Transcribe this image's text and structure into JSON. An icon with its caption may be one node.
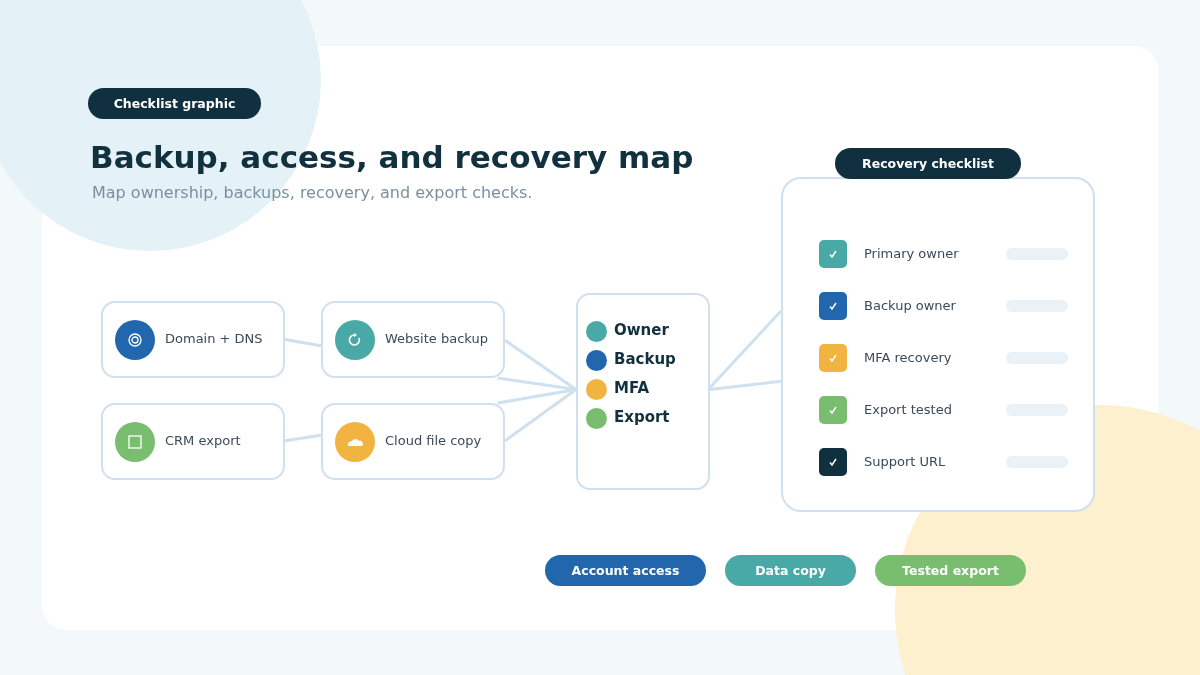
{
  "diagram": {
    "title": "Backup, access, and recovery map",
    "nodes": [
      {
        "text": [
          "Domain + DNS"
        ]
      },
      {
        "text": [
          "Website backup"
        ]
      },
      {
        "text": [
          "CRM export"
        ]
      },
      {
        "text": [
          "Cloud file copy"
        ]
      },
      {
        "text": [
          "Owner",
          "Backup",
          "MFA",
          "Export"
        ]
      },
      {
        "text": [
          "Recovery checklist",
          "Primary owner",
          "Backup owner",
          "MFA recovery",
          "Export tested",
          "Support URL"
        ]
      }
    ],
    "edges": [
      {
        "from": 0,
        "to": 1,
        "arrow": "none"
      },
      {
        "from": 2,
        "to": 3,
        "arrow": "none"
      },
      {
        "from": 1,
        "to": 4,
        "arrow": "none"
      },
      {
        "from": 1,
        "to": 4,
        "arrow": "none"
      },
      {
        "from": 3,
        "to": 4,
        "arrow": "none"
      },
      {
        "from": 3,
        "to": 4,
        "arrow": "none"
      },
      {
        "from": 4,
        "to": 5,
        "arrow": "none"
      },
      {
        "from": 4,
        "to": 5,
        "arrow": "none"
      }
    ],
    "labels": [
      "Checklist graphic",
      "Map ownership, backups, recovery, and export checks."
    ],
    "legend": [
      {
        "text": "Account access",
        "color": "#2266ad"
      },
      {
        "text": "Data copy",
        "color": "#48a9a6"
      },
      {
        "text": "Tested export",
        "color": "#79bd6e"
      }
    ]
  }
}
